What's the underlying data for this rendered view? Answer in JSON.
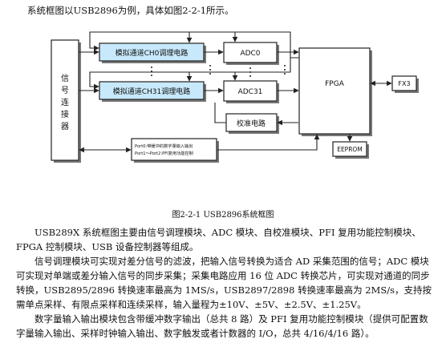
{
  "intro": "系统框图以USB2896为例，具体如图2-2-1所示。",
  "diagram": {
    "left_block": [
      "信",
      "号",
      "连",
      "接",
      "器"
    ],
    "ch0": "模拟通道CH0调理电路",
    "ch31": "模拟通道CH31调理电路",
    "adc0": "ADC0",
    "adc31": "ADC31",
    "calib": "校准电路",
    "fpga": "FPGA",
    "fx3": "FX3",
    "eeprom": "EEPROM",
    "port_line1": "Port0:带缓冲的数字量输入输出",
    "port_line2": "Port1～Port2:PFI复用功能控制"
  },
  "caption": "图2-2-1 USB2896系统框图",
  "paragraphs": [
    "USB289X 系统框图主要由信号调理模块、ADC 模块、自校准模块、PFI 复用功能控制模块、FPGA 控制模块、USB 设备控制器等组成。",
    "信号调理模块可实现对差分信号的滤波，把输入信号转换为适合 AD 采集范围的信号；ADC 模块可实现对单端或差分输入信号的同步采集；采集电路应用 16 位 ADC 转换芯片，可实现对通道的同步转换，USB2895/2896 转换速率最高为 1MS/s，USB2897/2898 转换速率最高为 2MS/s，支持按需单点采样、有限点采样和连续采样，输入量程为±10V、±5V、±2.5V、±1.25V。",
    "数字量输入输出模块包含带缓冲数字输出（总共 8 路）及 PFI 复用功能控制模块（提供可配置数字量输入输出、采样时钟输入输出、数字触发或者计数器的 I/O，总共 4/16/4/16 路）。"
  ],
  "colors": {
    "stroke": "#222222",
    "ch_fill": "#c7e9fb",
    "box_fill": "#ffffff"
  }
}
